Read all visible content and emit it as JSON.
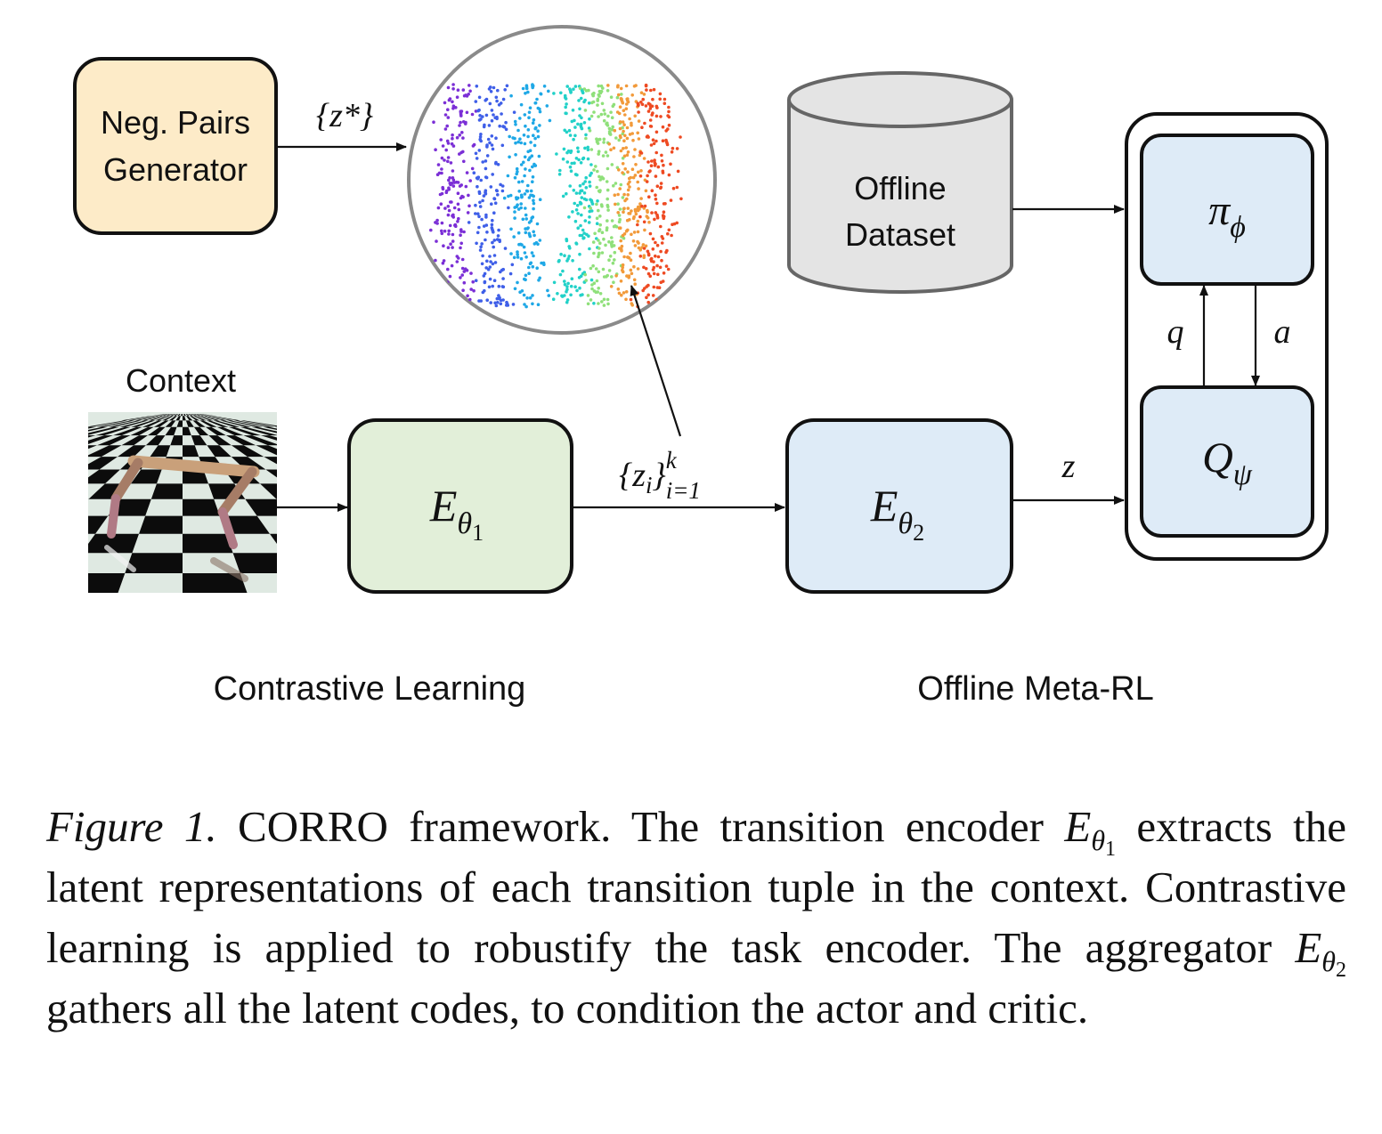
{
  "diagram": {
    "neg_pairs_box": {
      "line1": "Neg. Pairs",
      "line2": "Generator"
    },
    "neg_label": "{z*}",
    "offline_dataset": {
      "line1": "Offline",
      "line2": "Dataset"
    },
    "context_label": "Context",
    "encoder1": {
      "letter": "E",
      "sub": "θ",
      "subsub": "1"
    },
    "encoder2": {
      "letter": "E",
      "sub": "θ",
      "subsub": "2"
    },
    "zi_label": {
      "base": "{z",
      "sub_i": "i",
      "close": "}",
      "sup": "k",
      "sub_range": "i=1"
    },
    "z_label": "z",
    "policy": {
      "letter": "π",
      "sub": "ϕ"
    },
    "critic": {
      "letter": "Q",
      "sub": "ψ"
    },
    "q_label": "q",
    "a_label": "a",
    "section_left": "Contrastive Learning",
    "section_right": "Offline Meta-RL",
    "colors": {
      "neg_fill": "#fdebc8",
      "enc1_fill": "#e2efd9",
      "enc2_fill": "#deebf7",
      "cylinder_fill": "#e4e4e4",
      "circle_stroke": "#8a8a8a"
    }
  },
  "caption": {
    "fig": "Figure 1.",
    "t1": " CORRO framework. The transition encoder ",
    "e1": "E",
    "e1_sub": "θ",
    "e1_subsub": "1",
    "t2": " extracts the latent representations of each transition tuple in the context. Contrastive learning is applied to robustify the task encoder. The aggregator ",
    "e2": "E",
    "e2_sub": "θ",
    "e2_subsub": "2",
    "t3": " gathers all the latent codes, to condition the actor and critic."
  }
}
